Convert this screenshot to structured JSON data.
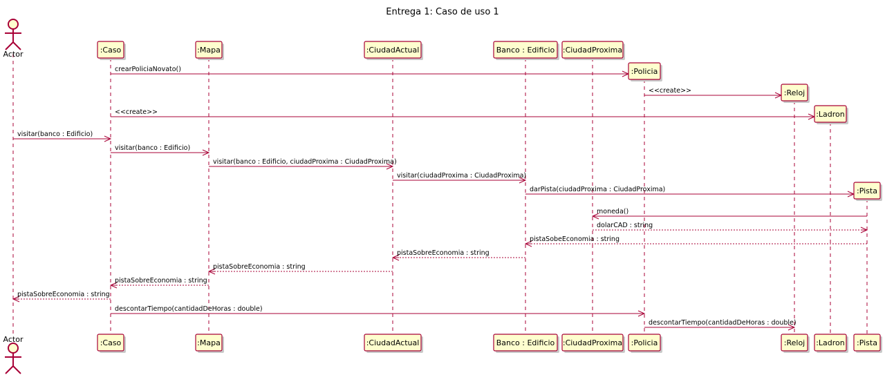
{
  "title": "Entrega 1: Caso de uso 1",
  "colors": {
    "line": "#A80036",
    "box_fill": "#FEFECE"
  },
  "participants": [
    {
      "id": "actor",
      "label": "Actor",
      "type": "actor"
    },
    {
      "id": "caso",
      "label": ":Caso",
      "type": "box"
    },
    {
      "id": "mapa",
      "label": ":Mapa",
      "type": "box"
    },
    {
      "id": "ciudadactual",
      "label": ":CiudadActual",
      "type": "box"
    },
    {
      "id": "banco",
      "label": "Banco : Edificio",
      "type": "box"
    },
    {
      "id": "ciudadproxima",
      "label": ":CiudadProxima",
      "type": "box"
    },
    {
      "id": "policia",
      "label": ":Policia",
      "type": "box",
      "created": true
    },
    {
      "id": "reloj",
      "label": ":Reloj",
      "type": "box",
      "created": true
    },
    {
      "id": "ladron",
      "label": ":Ladron",
      "type": "box",
      "created": true
    },
    {
      "id": "pista",
      "label": ":Pista",
      "type": "box",
      "created": true
    }
  ],
  "messages": [
    {
      "from": "caso",
      "to": "policia",
      "label": "crearPoliciaNovato()",
      "style": "solid",
      "create": true
    },
    {
      "from": "policia",
      "to": "reloj",
      "label": "<<create>>",
      "style": "solid",
      "create": true
    },
    {
      "from": "caso",
      "to": "ladron",
      "label": "<<create>>",
      "style": "solid",
      "create": true
    },
    {
      "from": "actor",
      "to": "caso",
      "label": "visitar(banco : Edificio)",
      "style": "solid"
    },
    {
      "from": "caso",
      "to": "mapa",
      "label": "visitar(banco : Edificio)",
      "style": "solid"
    },
    {
      "from": "mapa",
      "to": "ciudadactual",
      "label": "visitar(banco : Edificio, ciudadProxima : CiudadProxima)",
      "style": "solid"
    },
    {
      "from": "ciudadactual",
      "to": "banco",
      "label": "visitar(ciudadProxima : CiudadProxima)",
      "style": "solid"
    },
    {
      "from": "banco",
      "to": "pista",
      "label": "darPista(ciudadProxima : CiudadProxima)",
      "style": "solid",
      "create": true
    },
    {
      "from": "pista",
      "to": "ciudadproxima",
      "label": "moneda()",
      "style": "solid"
    },
    {
      "from": "ciudadproxima",
      "to": "pista",
      "label": "dolarCAD : string",
      "style": "dashed"
    },
    {
      "from": "pista",
      "to": "banco",
      "label": "pistaSobeEconomia : string",
      "style": "dashed"
    },
    {
      "from": "banco",
      "to": "ciudadactual",
      "label": "pistaSobreEconomia : string",
      "style": "dashed"
    },
    {
      "from": "ciudadactual",
      "to": "mapa",
      "label": "pistaSobreEconomia : string",
      "style": "dashed"
    },
    {
      "from": "mapa",
      "to": "caso",
      "label": "pistaSobreEconomia : string",
      "style": "dashed"
    },
    {
      "from": "caso",
      "to": "actor",
      "label": "pistaSobreEconomia : string",
      "style": "dashed"
    },
    {
      "from": "caso",
      "to": "policia",
      "label": "descontarTiempo(cantidadDeHoras : double)",
      "style": "solid"
    },
    {
      "from": "policia",
      "to": "reloj",
      "label": "descontarTiempo(cantidadDeHoras : double)",
      "style": "solid"
    }
  ]
}
